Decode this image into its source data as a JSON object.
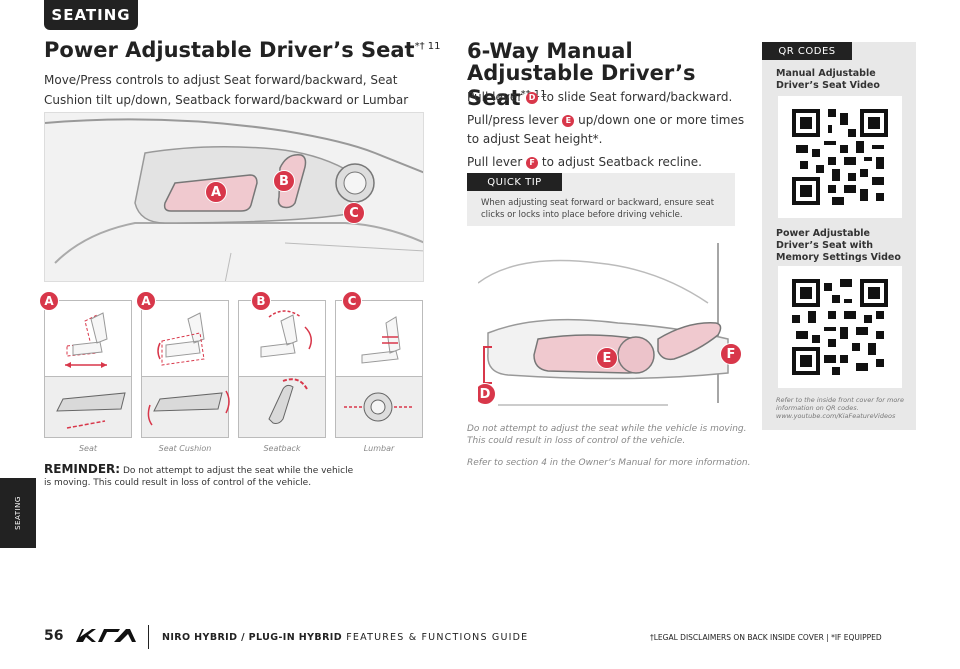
{
  "section_tab": "SEATING",
  "side_tab": "SEATING",
  "power": {
    "title": "Power Adjustable Driver’s Seat",
    "title_sup": "*† 11",
    "intro": "Move/Press controls to adjust Seat forward/backward, Seat Cushion tilt up/down, Seatback forward/backward or Lumbar forward/backward.",
    "hero_badges": [
      "A",
      "B",
      "C"
    ],
    "panels": [
      {
        "badge": "A",
        "caption": "Seat"
      },
      {
        "badge": "A",
        "caption": "Seat Cushion"
      },
      {
        "badge": "B",
        "caption": "Seatback"
      },
      {
        "badge": "C",
        "caption": "Lumbar"
      }
    ],
    "reminder_label": "REMINDER:",
    "reminder_text": "Do not attempt to adjust the seat while the vehicle is moving. This could result in loss of control of the vehicle."
  },
  "manual": {
    "title": "6-Way Manual Adjustable Driver’s Seat",
    "title_sup": "*† 11",
    "step1_pre": "Pull lever",
    "step1_badge": "D",
    "step1_post": "to slide Seat forward/backward.",
    "step2_pre": "Pull/press lever",
    "step2_badge": "E",
    "step2_post": "up/down one or more times to adjust Seat height*.",
    "step3_pre": "Pull lever",
    "step3_badge": "F",
    "step3_post": "to adjust Seatback recline.",
    "quick_tip_label": "QUICK TIP",
    "quick_tip_text": "When adjusting seat forward or backward, ensure seat clicks or locks into place before driving vehicle.",
    "image_badges": [
      "D",
      "E",
      "F"
    ],
    "note1": "Do not attempt to adjust the seat while the vehicle is moving. This could result in loss of control of the vehicle.",
    "note2": "Refer to section 4 in the Owner’s Manual for more information."
  },
  "qr": {
    "label": "QR CODES",
    "item1": "Manual Adjustable Driver’s Seat Video",
    "item2": "Power Adjustable Driver’s Seat with Memory Settings Video",
    "footnote": "Refer to the inside front cover for more information on QR codes. www.youtube.com/KiaFeatureVideos"
  },
  "footer": {
    "page_number": "56",
    "model": "NIRO HYBRID / PLUG-IN HYBRID",
    "guide": "FEATURES & FUNCTIONS GUIDE",
    "legal": "†LEGAL DISCLAIMERS ON BACK INSIDE COVER  |  *IF EQUIPPED"
  },
  "colors": {
    "accent": "#d8374a",
    "dark": "#222222",
    "panel_gray": "#e8e8e8"
  }
}
